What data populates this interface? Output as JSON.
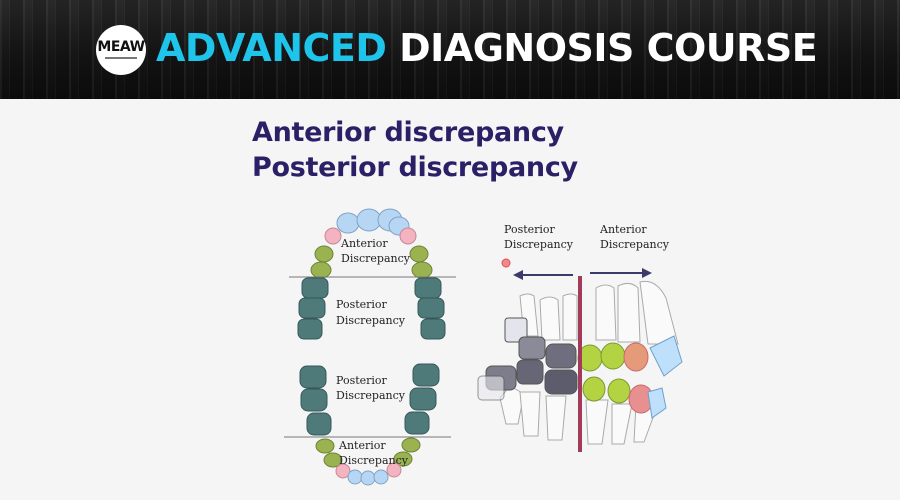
{
  "header": {
    "logo_text": "MEAW",
    "title_accent": "ADVANCED",
    "title_main": "DIAGNOSIS COURSE"
  },
  "slide": {
    "title_line1": "Anterior discrepancy",
    "title_line2": "Posterior discrepancy"
  },
  "arch_diagram": {
    "upper_anterior_label": [
      "Anterior",
      "Discrepancy"
    ],
    "upper_posterior_label": [
      "Posterior",
      "Discrepancy"
    ],
    "lower_posterior_label": [
      "Posterior",
      "Discrepancy"
    ],
    "lower_anterior_label": [
      "Anterior",
      "Discrepancy"
    ]
  },
  "lateral_diagram": {
    "posterior_label": [
      "Posterior",
      "Discrepancy"
    ],
    "anterior_label": [
      "Anterior",
      "Discrepancy"
    ]
  },
  "colors": {
    "accent": "#1fc4ea",
    "title_text": "#2b1f66",
    "incisor_blue": "#a9cff3",
    "canine_pink": "#f3a9b8",
    "premolar_green": "#9ab350",
    "molar_teal": "#4f7a7a",
    "divider_line": "#a23a5a",
    "arrow": "#3b3b6b"
  }
}
